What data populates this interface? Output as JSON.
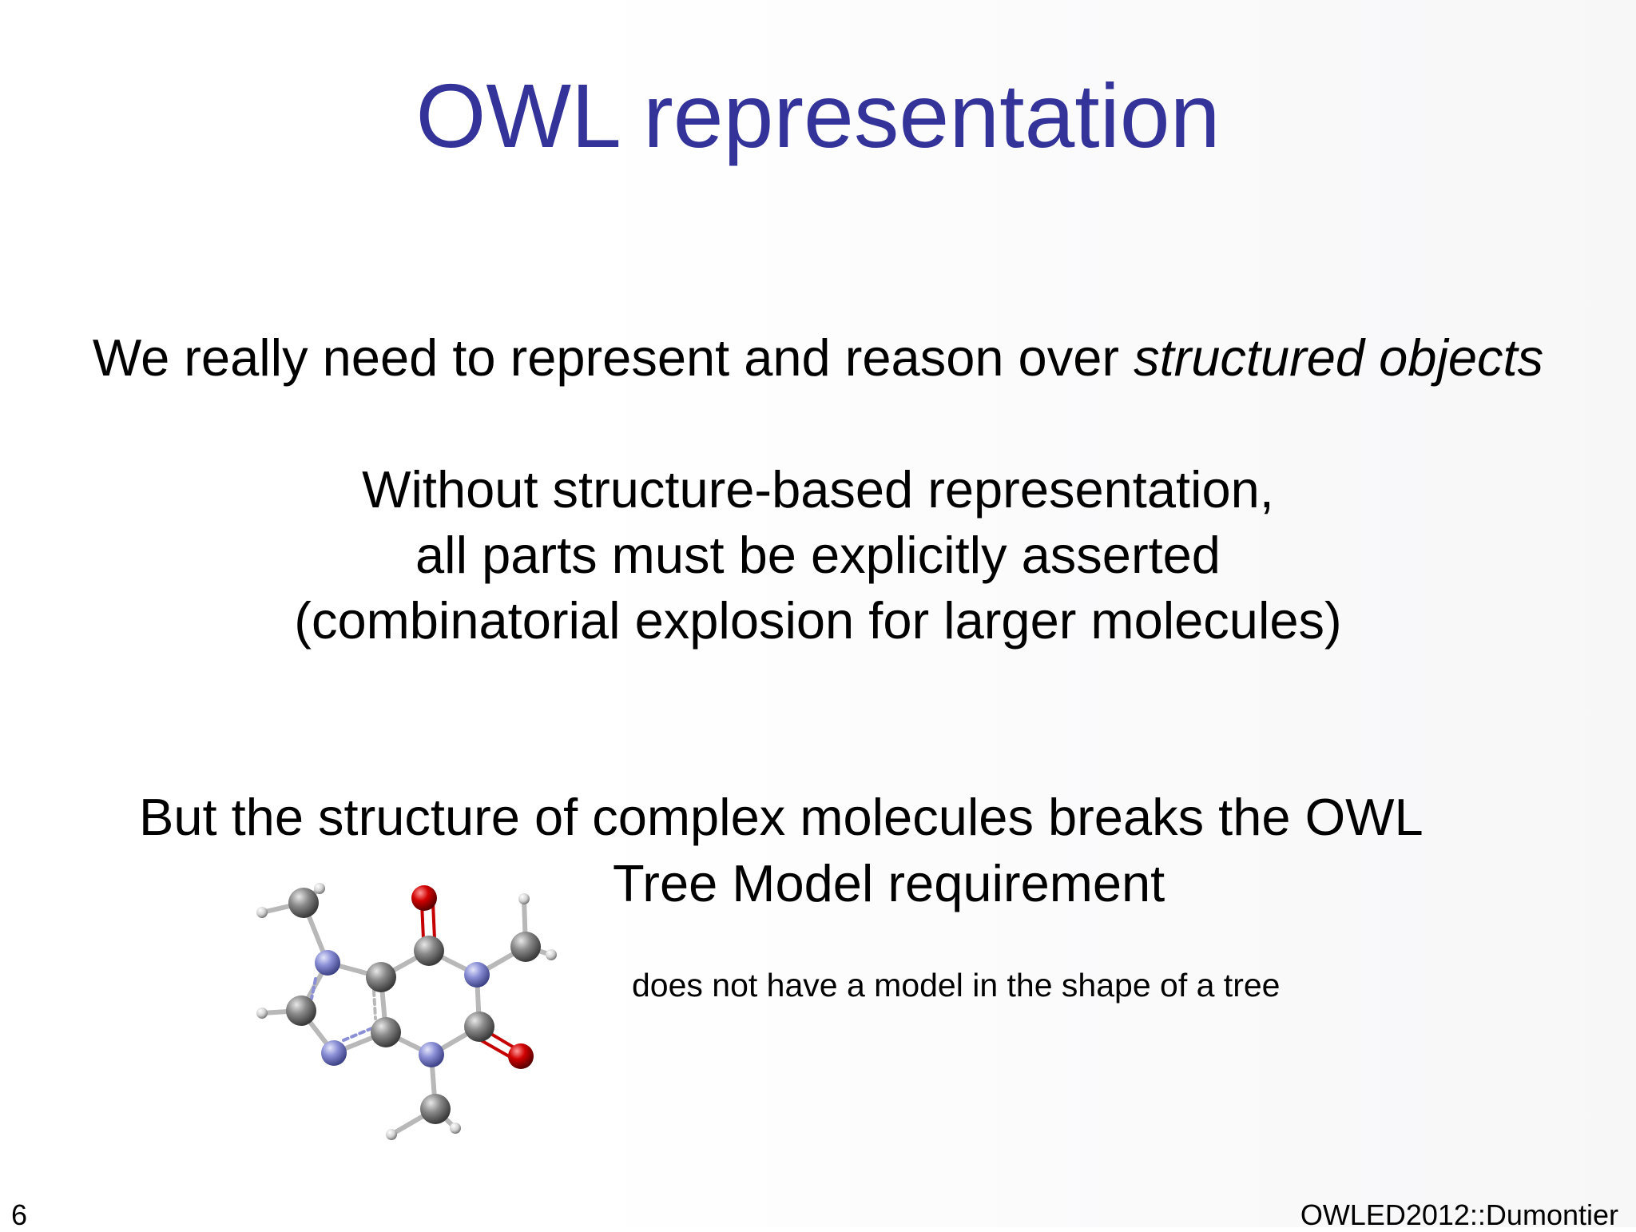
{
  "slide": {
    "title": "OWL representation",
    "line1_prefix": "We really need to represent and reason over ",
    "line1_emphasis": "structured objects",
    "line2": "Without structure-based representation,",
    "line3": "all parts must be explicitly asserted",
    "line4": "(combinatorial explosion for larger molecules)",
    "line5": "But the structure of complex molecules breaks the OWL",
    "line6": "Tree Model requirement",
    "note": "does not have a model in the shape of a tree",
    "page_number": "6",
    "footer": "OWLED2012::Dumontier"
  },
  "molecule": {
    "depicts": "caffeine ball-and-stick model",
    "colors": {
      "carbon": "#6e6e6e",
      "nitrogen": "#7e84cc",
      "oxygen": "#c40000",
      "hydrogen": "#e6e6e6",
      "bond": "#b5b5b5"
    }
  }
}
